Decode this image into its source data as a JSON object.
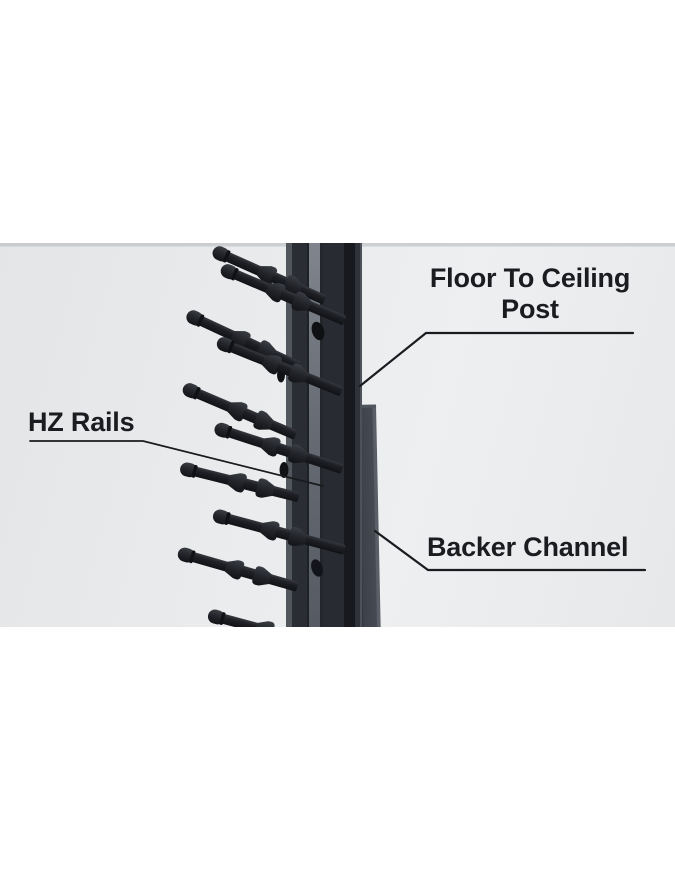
{
  "figure": {
    "description": "Annotated product photo of a floor-to-ceiling wine rack post with horizontal bottle rails and backer channel",
    "callouts": {
      "post": {
        "text": "Floor To Ceiling Post"
      },
      "rails": {
        "text": "HZ Rails"
      },
      "backer": {
        "text": "Backer Channel"
      }
    },
    "colors": {
      "ink": "#1b1c1f",
      "leader_line": "#1a1b1e",
      "photo_bg": "#e9ebed",
      "metal_dark": "#26292f"
    }
  }
}
